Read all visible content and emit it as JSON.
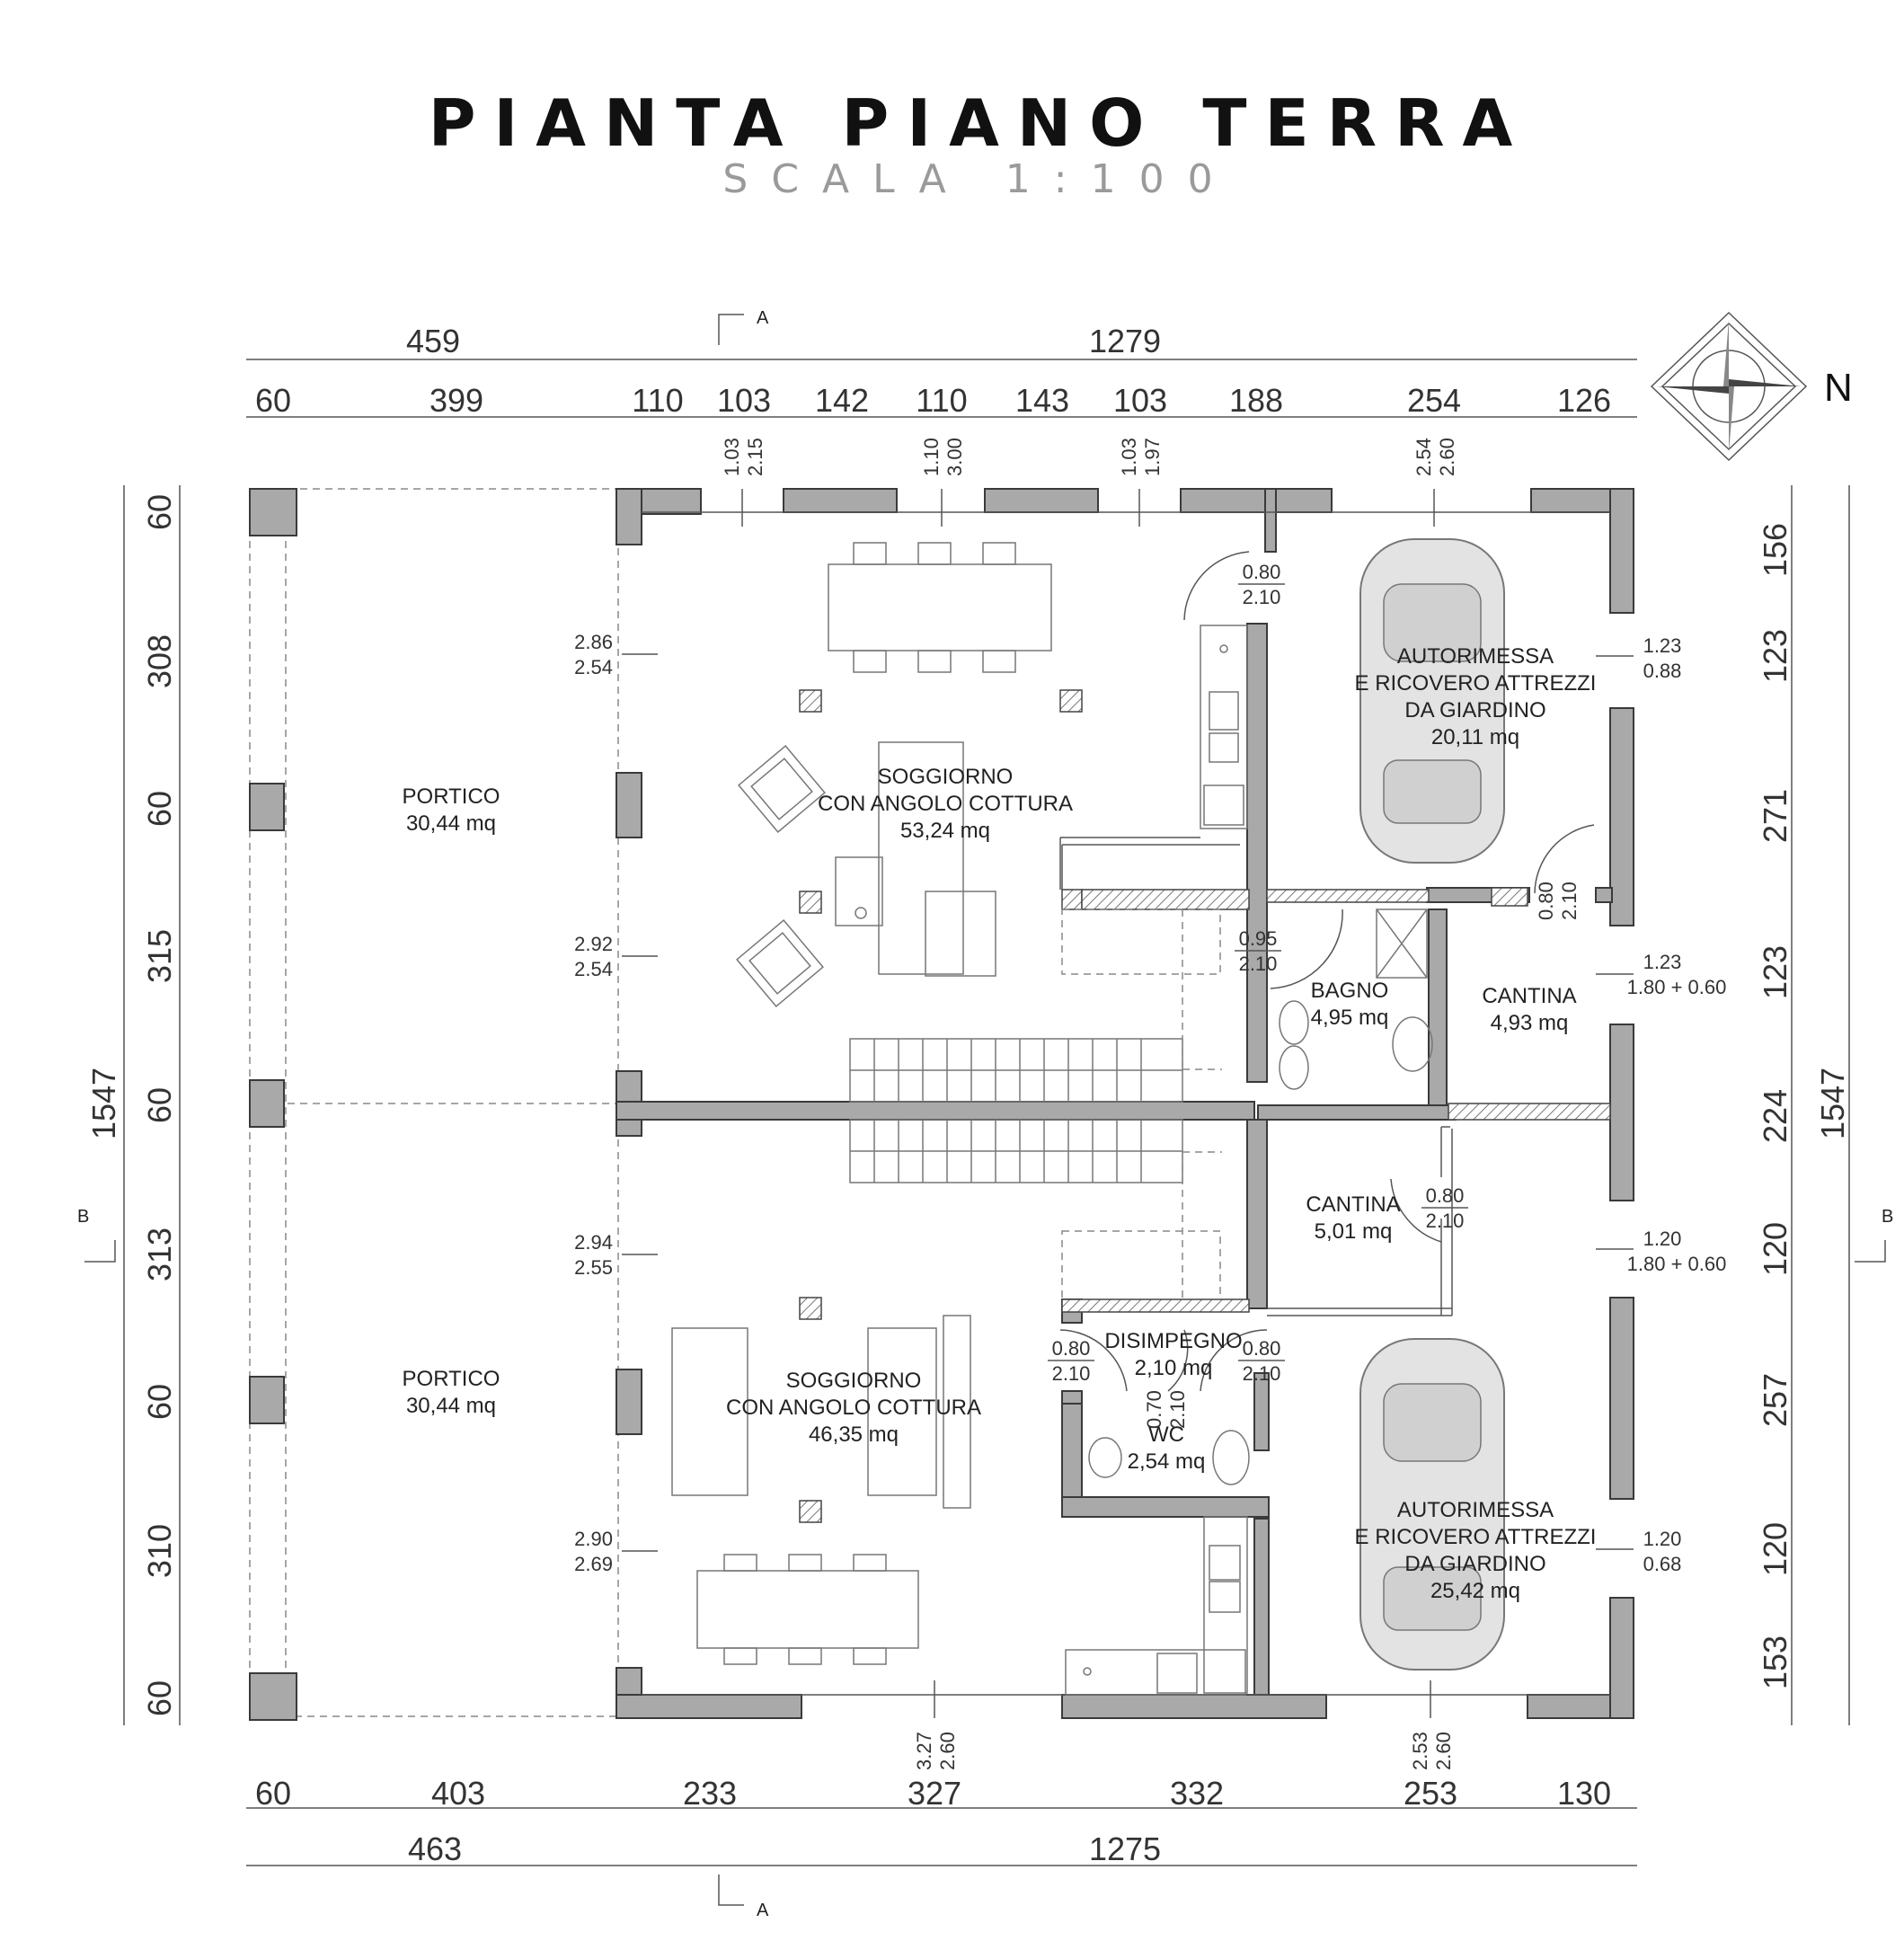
{
  "title": "PIANTA PIANO TERRA",
  "subtitle": "SCALA 1:100",
  "north_label": "N",
  "section_labels": {
    "a_top": "A",
    "a_bottom": "A",
    "b_left": "B",
    "b_right": "B"
  },
  "dims": {
    "top_totals": [
      "459",
      "1279"
    ],
    "top_parts": [
      "60",
      "399",
      "110",
      "103",
      "142",
      "110",
      "143",
      "103",
      "188",
      "254",
      "126"
    ],
    "bottom_parts": [
      "60",
      "403",
      "233",
      "327",
      "332",
      "253",
      "130"
    ],
    "bottom_totals": [
      "463",
      "1275"
    ],
    "left_total": "1547",
    "left_parts": [
      "60",
      "308",
      "60",
      "315",
      "60",
      "313",
      "60",
      "310",
      "60"
    ],
    "right_total": "1547",
    "right_parts": [
      "156",
      "123",
      "271",
      "123",
      "224",
      "120",
      "257",
      "120",
      "153"
    ]
  },
  "openings": {
    "top_windows": [
      {
        "w": "1.03",
        "h": "2.15"
      },
      {
        "w": "1.10",
        "h": "3.00"
      },
      {
        "w": "1.03",
        "h": "1.97"
      },
      {
        "w": "2.54",
        "h": "2.60"
      }
    ],
    "bottom_windows": [
      {
        "w": "3.27",
        "h": "2.60"
      },
      {
        "w": "2.53",
        "h": "2.60"
      }
    ],
    "left_windows": [
      {
        "w": "2.86",
        "h": "2.54"
      },
      {
        "w": "2.92",
        "h": "2.54"
      },
      {
        "w": "2.94",
        "h": "2.55"
      },
      {
        "w": "2.90",
        "h": "2.69"
      }
    ],
    "right_windows": [
      {
        "w": "1.23",
        "h": "0.88"
      },
      {
        "w": "1.23",
        "h": "1.80 + 0.60"
      },
      {
        "w": "1.20",
        "h": "1.80 + 0.60"
      },
      {
        "w": "1.20",
        "h": "0.68"
      }
    ],
    "doors": [
      {
        "w": "0.80",
        "h": "2.10"
      },
      {
        "w": "0.80",
        "h": "2.10"
      },
      {
        "w": "0.95",
        "h": "2.10"
      },
      {
        "w": "0.80",
        "h": "2.10"
      },
      {
        "w": "0.80",
        "h": "2.10"
      },
      {
        "w": "0.80",
        "h": "2.10"
      },
      {
        "w": "0.70",
        "h": "2.10"
      }
    ]
  },
  "rooms": {
    "portico_top": [
      "PORTICO",
      "30,44  mq"
    ],
    "portico_bottom": [
      "PORTICO",
      "30,44  mq"
    ],
    "soggiorno_top": [
      "SOGGIORNO",
      "CON  ANGOLO  COTTURA",
      "53,24  mq"
    ],
    "soggiorno_bottom": [
      "SOGGIORNO",
      "CON  ANGOLO  COTTURA",
      "46,35  mq"
    ],
    "garage_top": [
      "AUTORIMESSA",
      "E  RICOVERO  ATTREZZI",
      "DA  GIARDINO",
      "20,11  mq"
    ],
    "garage_bottom": [
      "AUTORIMESSA",
      "E  RICOVERO  ATTREZZI",
      "DA  GIARDINO",
      "25,42  mq"
    ],
    "bagno": [
      "BAGNO",
      "4,95  mq"
    ],
    "cantina_right": [
      "CANTINA",
      "4,93  mq"
    ],
    "cantina_mid": [
      "CANTINA",
      "5,01  mq"
    ],
    "disimpegno": [
      "DISIMPEGNO",
      "2,10  mq"
    ],
    "wc": [
      "WC",
      "2,54  mq"
    ]
  }
}
